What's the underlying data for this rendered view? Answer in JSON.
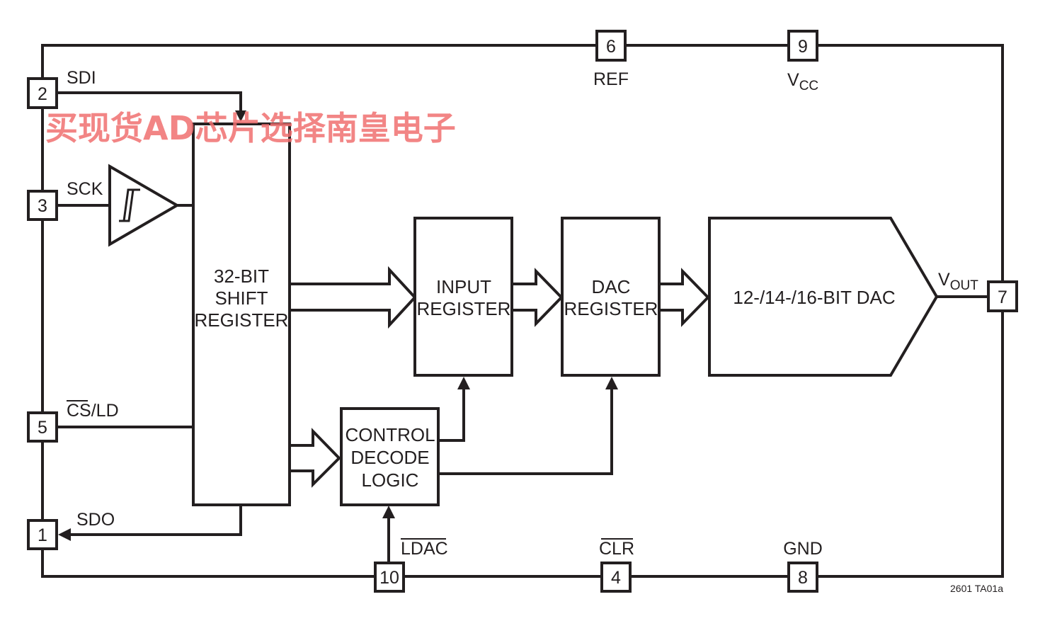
{
  "pins": {
    "sdi": {
      "number": "2",
      "label": "SDI"
    },
    "sck": {
      "number": "3",
      "label": "SCK"
    },
    "cs_ld": {
      "number": "5",
      "label": "CS/LD",
      "overline_part": "CS",
      "rest": "/LD"
    },
    "sdo": {
      "number": "1",
      "label": "SDO"
    },
    "ref": {
      "number": "6",
      "label": "REF"
    },
    "vcc": {
      "number": "9",
      "label_main": "V",
      "label_sub": "CC"
    },
    "vout": {
      "number": "7",
      "label_main": "V",
      "label_sub": "OUT"
    },
    "ldac": {
      "number": "10",
      "label": "LDAC"
    },
    "clr": {
      "number": "4",
      "label": "CLR"
    },
    "gnd": {
      "number": "8",
      "label": "GND"
    }
  },
  "blocks": {
    "shift_register": [
      "32-BIT",
      "SHIFT",
      "REGISTER"
    ],
    "input_register": [
      "INPUT",
      "REGISTER"
    ],
    "dac_register": [
      "DAC",
      "REGISTER"
    ],
    "dac": "12-/14-/16-BIT DAC",
    "control_logic": [
      "CONTROL",
      "DECODE",
      "LOGIC"
    ]
  },
  "figure_code": "2601 TA01a",
  "watermark": "买现货AD芯片选择南皇电子"
}
